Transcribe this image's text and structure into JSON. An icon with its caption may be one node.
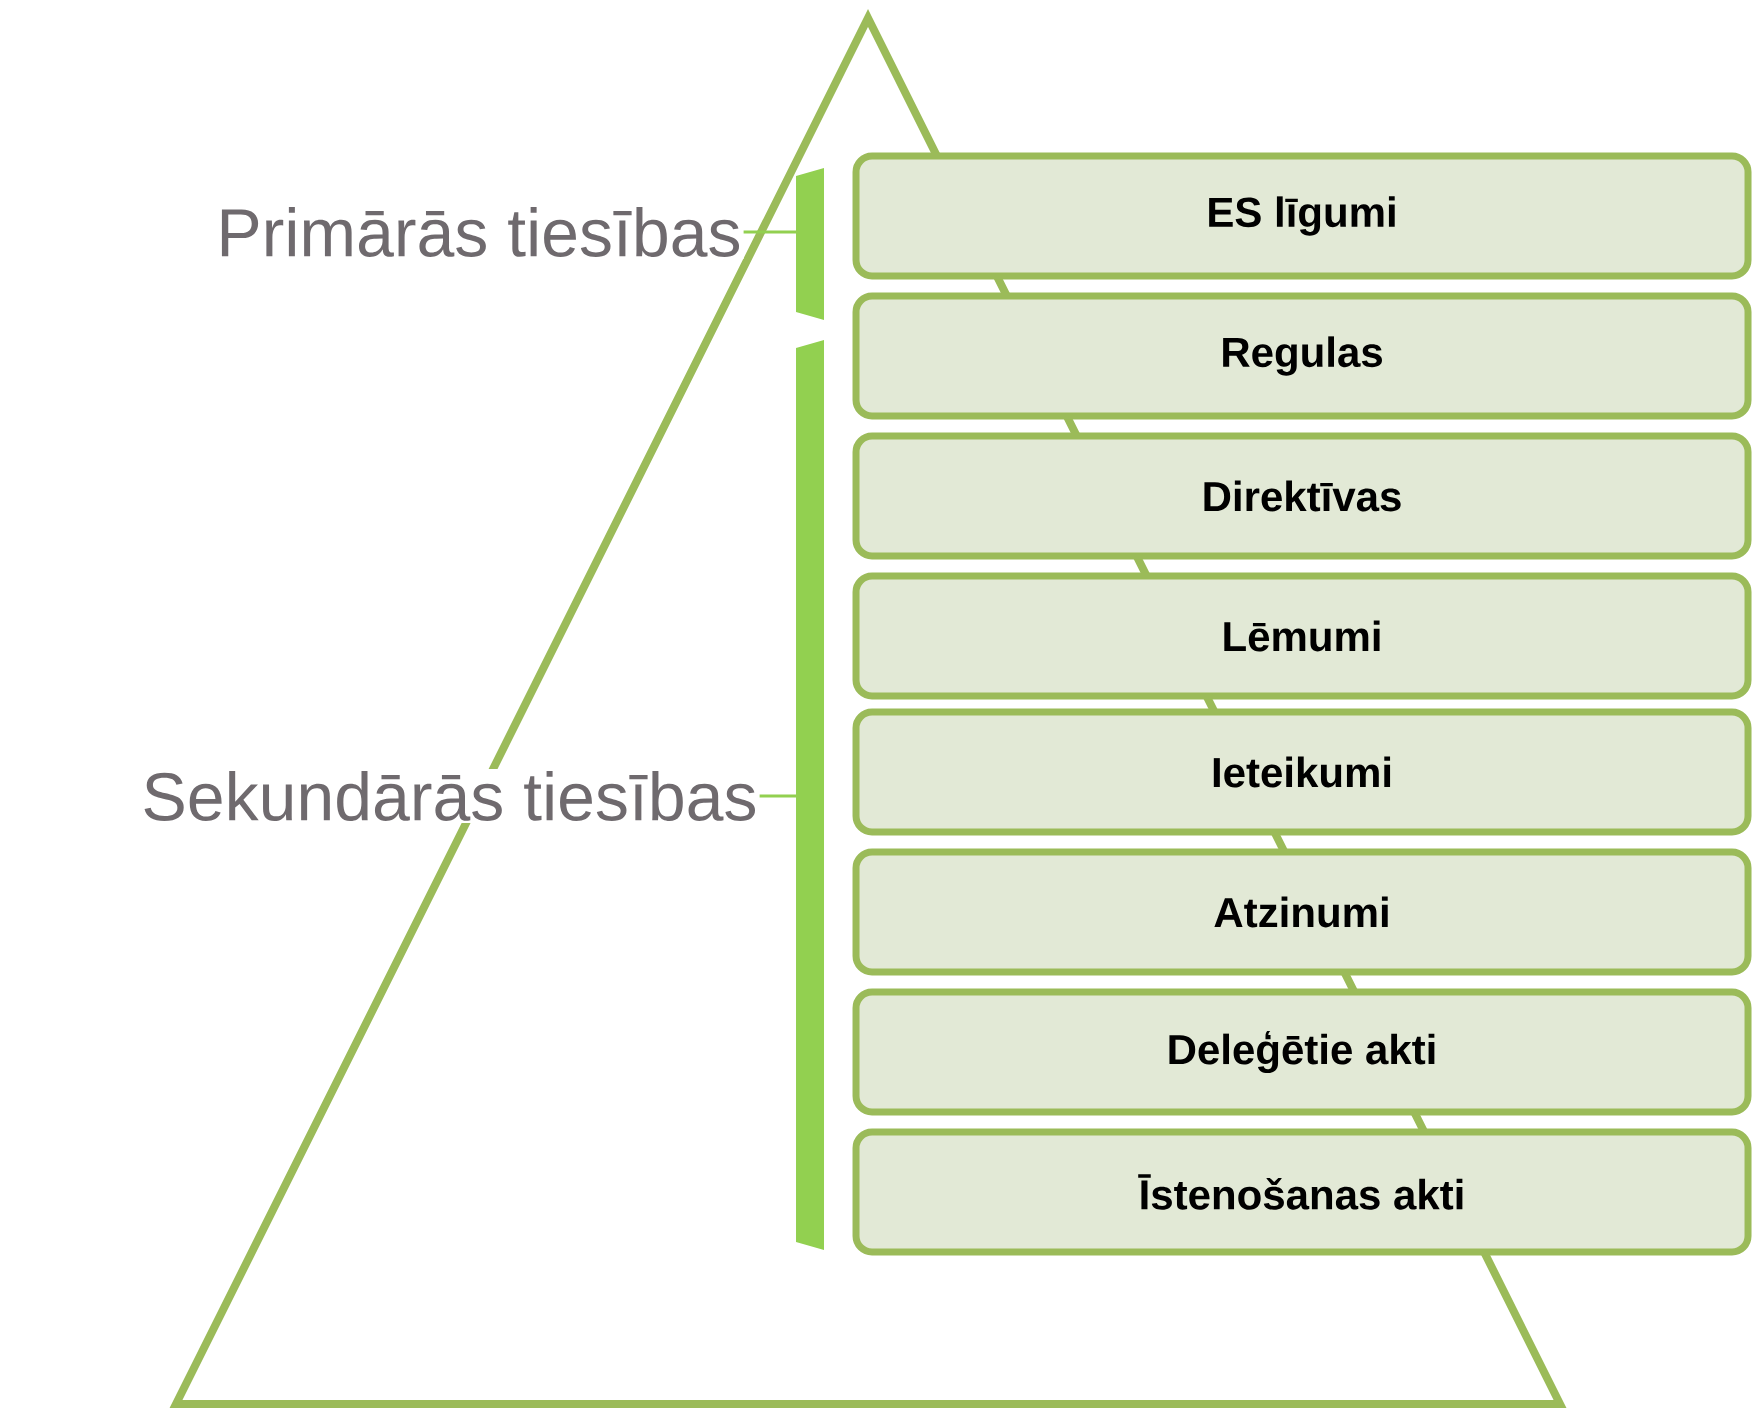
{
  "diagram": {
    "nodes": [
      {
        "text": [
          "ES līgumi"
        ]
      },
      {
        "text": [
          "Regulas"
        ]
      },
      {
        "text": [
          "Direktīvas"
        ]
      },
      {
        "text": [
          "Lēmumi"
        ]
      },
      {
        "text": [
          "Ieteikumi"
        ]
      },
      {
        "text": [
          "Atzinumi"
        ]
      },
      {
        "text": [
          "Deleģētie akti"
        ]
      },
      {
        "text": [
          "Īstenošanas akti"
        ]
      }
    ],
    "labels": [
      "Primārās tiesības",
      "Sekundārās tiesības"
    ]
  }
}
